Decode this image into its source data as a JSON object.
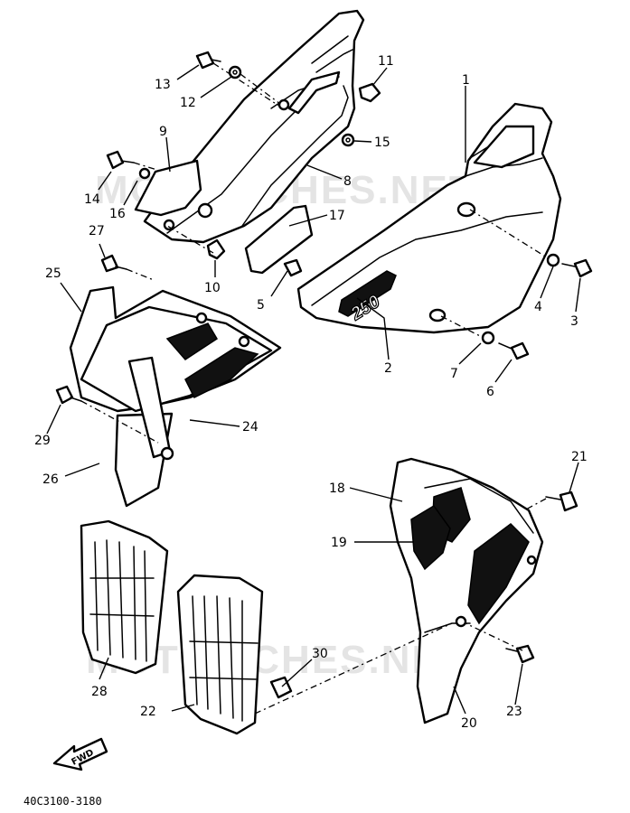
{
  "diagram": {
    "drawing_code": "40C3100-3180",
    "direction_label": "FWD",
    "side_cover_badge": "250",
    "watermarks": [
      "MOTOFICHES.NET",
      "MOTOFICHES.NET"
    ],
    "callouts": [
      {
        "id": "1",
        "label": "1"
      },
      {
        "id": "2",
        "label": "2"
      },
      {
        "id": "3",
        "label": "3"
      },
      {
        "id": "4",
        "label": "4"
      },
      {
        "id": "5",
        "label": "5"
      },
      {
        "id": "6",
        "label": "6"
      },
      {
        "id": "7",
        "label": "7"
      },
      {
        "id": "8",
        "label": "8"
      },
      {
        "id": "9",
        "label": "9"
      },
      {
        "id": "10",
        "label": "10"
      },
      {
        "id": "11",
        "label": "11"
      },
      {
        "id": "12",
        "label": "12"
      },
      {
        "id": "13",
        "label": "13"
      },
      {
        "id": "14",
        "label": "14"
      },
      {
        "id": "15",
        "label": "15"
      },
      {
        "id": "16",
        "label": "16"
      },
      {
        "id": "17",
        "label": "17"
      },
      {
        "id": "18",
        "label": "18"
      },
      {
        "id": "19",
        "label": "19"
      },
      {
        "id": "20",
        "label": "20"
      },
      {
        "id": "21",
        "label": "21"
      },
      {
        "id": "22",
        "label": "22"
      },
      {
        "id": "23",
        "label": "23"
      },
      {
        "id": "24",
        "label": "24"
      },
      {
        "id": "25",
        "label": "25"
      },
      {
        "id": "26",
        "label": "26"
      },
      {
        "id": "27",
        "label": "27"
      },
      {
        "id": "28",
        "label": "28"
      },
      {
        "id": "29",
        "label": "29"
      },
      {
        "id": "30",
        "label": "30"
      }
    ]
  }
}
